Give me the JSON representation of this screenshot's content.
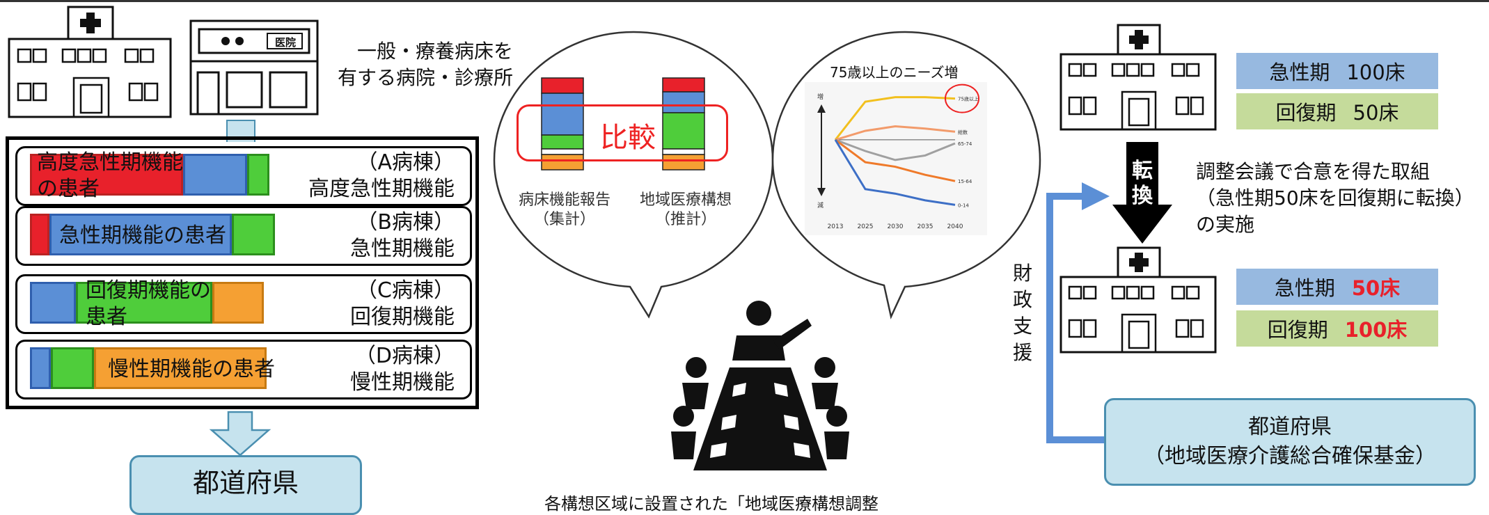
{
  "top_caption": [
    "一般・療養病床を",
    "有する病院・診療所"
  ],
  "clinic_sign": "医院",
  "wards": [
    {
      "patient_label_lines": [
        "高度急性期機能",
        "の患者"
      ],
      "ward": "（A病棟）",
      "function": "高度急性期機能"
    },
    {
      "patient_label_lines": [
        "急性期機能の患者"
      ],
      "ward": "（B病棟）",
      "function": "急性期機能"
    },
    {
      "patient_label_lines": [
        "回復期機能の",
        "患者"
      ],
      "ward": "（C病棟）",
      "function": "回復期機能"
    },
    {
      "patient_label_lines": [
        "慢性期機能の患者"
      ],
      "ward": "（D病棟）",
      "function": "慢性期機能"
    }
  ],
  "prefecture_left": "都道府県",
  "compare": {
    "label": "比較",
    "left_caption": [
      "病床機能報告",
      "（集計）"
    ],
    "right_caption": [
      "地域医療構想",
      "（推計）"
    ]
  },
  "needs_chart": {
    "title": "75歳以上のニーズ増",
    "chart_data": {
      "type": "line",
      "x": [
        "2013",
        "2025",
        "2030",
        "2035",
        "2040"
      ],
      "y_top_label": "増",
      "y_bottom_label": "減",
      "series": [
        {
          "name": "75歳以上",
          "color": "#f2c01e",
          "values": [
            0,
            0.85,
            0.95,
            0.95,
            0.92
          ]
        },
        {
          "name": "総数",
          "color": "#f29b6b",
          "values": [
            0,
            0.2,
            0.3,
            0.25,
            0.18
          ]
        },
        {
          "name": "65-74",
          "color": "#a0a0a0",
          "values": [
            0,
            -0.25,
            -0.45,
            -0.35,
            -0.08
          ]
        },
        {
          "name": "15-64",
          "color": "#ef7a2a",
          "values": [
            0,
            -0.5,
            -0.6,
            -0.78,
            -0.92
          ]
        },
        {
          "name": "0-14",
          "color": "#3d6fc6",
          "values": [
            0,
            -1.1,
            -1.2,
            -1.35,
            -1.45
          ]
        }
      ]
    }
  },
  "meeting_caption": "各構想区域に設置された「地域医療構想調整",
  "beds_before": [
    {
      "function": "急性期",
      "count": "100床"
    },
    {
      "function": "回復期",
      "count": "50床"
    }
  ],
  "beds_after": [
    {
      "function": "急性期",
      "count": "50床"
    },
    {
      "function": "回復期",
      "count": "100床"
    }
  ],
  "conversion_label": [
    "転",
    "換"
  ],
  "agreement_text": [
    "調整会議で合意を得た取組",
    "（急性期50床を回復期に転換）",
    "の実施"
  ],
  "financial_support": [
    "財",
    "政",
    "支",
    "援"
  ],
  "prefecture_right": [
    "都道府県",
    "（地域医療介護総合確保基金）"
  ],
  "colors": {
    "red": "#e8212b",
    "blue": "#5b8fd6",
    "green": "#4fcd3b",
    "orange": "#f5a033",
    "acute_bg": "#97b9e0",
    "recovery_bg": "#c5db9b",
    "pref_bg": "#c6e3ee",
    "arrow_blue": "#5b8fd6"
  }
}
